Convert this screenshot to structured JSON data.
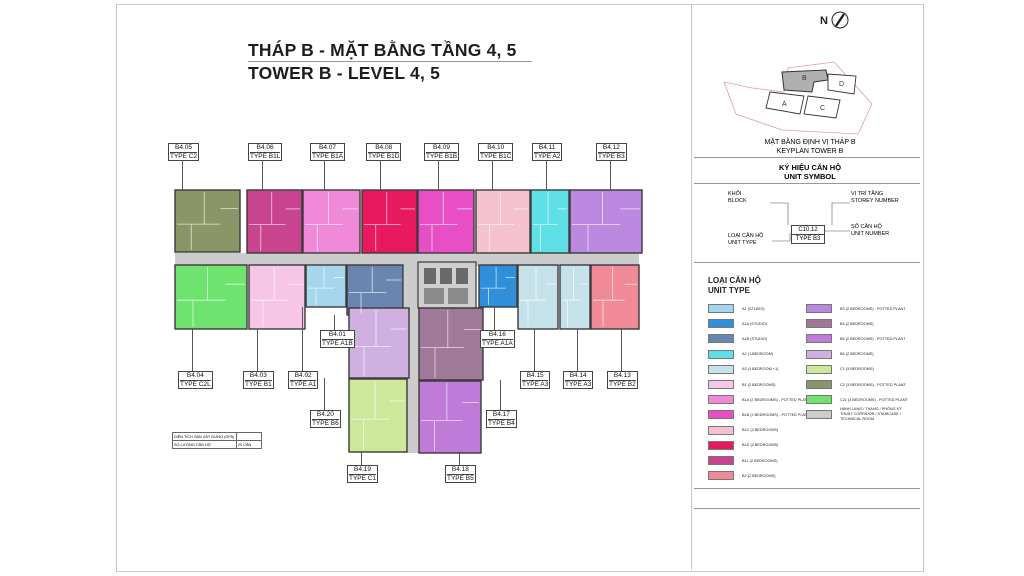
{
  "title": {
    "line1": "THÁP B - MẶT BẰNG TẦNG 4, 5",
    "line2": "TOWER B - LEVEL 4, 5"
  },
  "north_label": "N",
  "keyplan": {
    "caption_vi": "MẶT BẰNG ĐỊNH VỊ THÁP B",
    "caption_en": "KEYPLAN TOWER B",
    "tower_letters": [
      "A",
      "B",
      "C",
      "D"
    ]
  },
  "unit_symbol": {
    "title_vi": "KÝ HIỆU CĂN HỘ",
    "title_en": "UNIT SYMBOL",
    "block_vi": "KHỐI",
    "block_en": "BLOCK",
    "storey_vi": "VỊ TRÍ TẦNG",
    "storey_en": "STOREY NUMBER",
    "type_vi": "LOẠI CĂN HỘ",
    "type_en": "UNIT TYPE",
    "unitno_vi": "SỐ CĂN HỘ",
    "unitno_en": "UNIT NUMBER",
    "sample_id": "C10.12",
    "sample_type": "TYPE B3"
  },
  "unit_type_legend": {
    "title_vi": "LOẠI CĂN HỘ",
    "title_en": "UNIT TYPE",
    "left": [
      {
        "label": "A1 (STUDIO)",
        "color": "#a6d6ec"
      },
      {
        "label": "A1A (STUDIO)",
        "color": "#2f8fd8"
      },
      {
        "label": "A1B (STUDIO)",
        "color": "#6a86b0"
      },
      {
        "label": "A2 (1 BEDROOM)",
        "color": "#5fe0e6"
      },
      {
        "label": "A3 (1 BEDROOM +1)",
        "color": "#c5e2ea"
      },
      {
        "label": "B1 (2 BEDROOMS)",
        "color": "#f6c6e6"
      },
      {
        "label": "B1A (2 BEDROOMS) - POTTED PLANT",
        "color": "#f08ad8"
      },
      {
        "label": "B1B (2 BEDROOMS) - POTTED PLANT",
        "color": "#e84fc6"
      },
      {
        "label": "B1C (2 BEDROOMS)",
        "color": "#f7c2d0"
      },
      {
        "label": "B1D (2 BEDROOMS)",
        "color": "#e8195e"
      },
      {
        "label": "B1L (2 BEDROOMS)",
        "color": "#c9448f"
      },
      {
        "label": "B2 (2 BEDROOMS)",
        "color": "#f08a96"
      }
    ],
    "right": [
      {
        "label": "B3 (2 BEDROOMS) - POTTED PLANT",
        "color": "#bb88e0"
      },
      {
        "label": "B4 (2 BEDROOMS)",
        "color": "#a07898"
      },
      {
        "label": "B5 (2 BEDROOMS) - POTTED PLANT",
        "color": "#c07ad8"
      },
      {
        "label": "B6 (2 BEDROOMS)",
        "color": "#cfb0e0"
      },
      {
        "label": "C1 (3 BEDROOMS)",
        "color": "#cde89a"
      },
      {
        "label": "C2 (3 BEDROOMS) - POTTED PLANT",
        "color": "#8a9668"
      },
      {
        "label": "C2L (3 BEDROOMS) - POTTED PLANT",
        "color": "#6fe26f"
      },
      {
        "label": "HÀNH LANG / THANG / PHÒNG KỸ THUẬT CORRIDOR / STAIRCASE / TECHNICAL ROOM",
        "color": "#cccccc"
      }
    ]
  },
  "gfa_table": {
    "row1_label": "DIỆN TÍCH SÀN XÂY DỰNG (GFA)",
    "row1_value": "",
    "row2_label": "SỐ LƯỢNG CĂN HỘ",
    "row2_value": "20 CĂN"
  },
  "units": [
    {
      "id": "B4.05",
      "type": "TYPE C2",
      "color": "#8a9668"
    },
    {
      "id": "B4.06",
      "type": "TYPE B1L",
      "color": "#c9448f"
    },
    {
      "id": "B4.07",
      "type": "TYPE B1A",
      "color": "#f08ad8"
    },
    {
      "id": "B4.08",
      "type": "TYPE B1D",
      "color": "#e8195e"
    },
    {
      "id": "B4.09",
      "type": "TYPE B1B",
      "color": "#e84fc6"
    },
    {
      "id": "B4.10",
      "type": "TYPE B1C",
      "color": "#f7c2d0"
    },
    {
      "id": "B4.11",
      "type": "TYPE A2",
      "color": "#5fe0e6"
    },
    {
      "id": "B4.12",
      "type": "TYPE B3",
      "color": "#bb88e0"
    },
    {
      "id": "B4.04",
      "type": "TYPE C2L",
      "color": "#6fe26f"
    },
    {
      "id": "B4.03",
      "type": "TYPE B1",
      "color": "#f6c6e6"
    },
    {
      "id": "B4.02",
      "type": "TYPE A1",
      "color": "#a6d6ec"
    },
    {
      "id": "B4.01",
      "type": "TYPE A1B",
      "color": "#6a86b0"
    },
    {
      "id": "B4.16",
      "type": "TYPE A1A",
      "color": "#2f8fd8"
    },
    {
      "id": "B4.15",
      "type": "TYPE A3",
      "color": "#c5e2ea"
    },
    {
      "id": "B4.14",
      "type": "TYPE A3",
      "color": "#c5e2ea"
    },
    {
      "id": "B4.13",
      "type": "TYPE B2",
      "color": "#f08a96"
    },
    {
      "id": "B4.20",
      "type": "TYPE B6",
      "color": "#cfb0e0"
    },
    {
      "id": "B4.17",
      "type": "TYPE B4",
      "color": "#a07898"
    },
    {
      "id": "B4.19",
      "type": "TYPE C1",
      "color": "#cde89a"
    },
    {
      "id": "B4.18",
      "type": "TYPE B5",
      "color": "#c07ad8"
    }
  ],
  "colors": {
    "corridor": "#cccccc",
    "wall": "#3a3a3a",
    "core": "#5a5a5a"
  }
}
